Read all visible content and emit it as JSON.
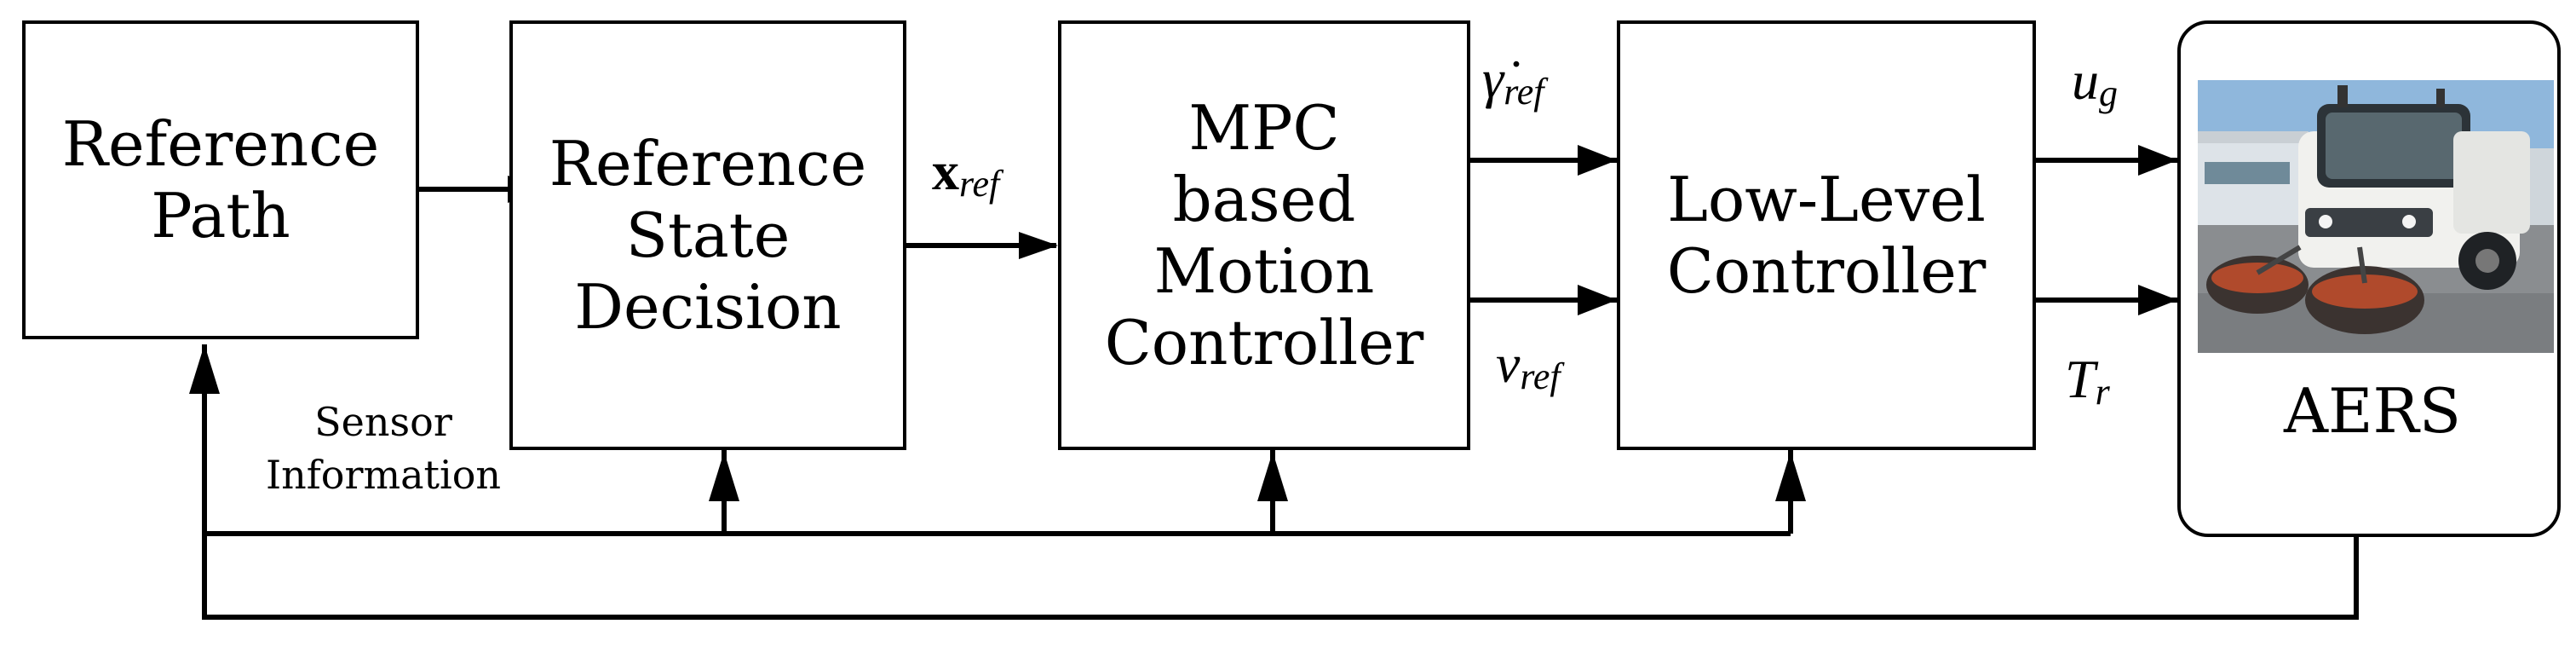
{
  "blocks": {
    "reference_path": [
      "Reference",
      "Path"
    ],
    "reference_state_decision": [
      "Reference",
      "State",
      "Decision"
    ],
    "mpc_controller": [
      "MPC",
      "based",
      "Motion",
      "Controller"
    ],
    "low_level_controller": [
      "Low-Level",
      "Controller"
    ],
    "aers": "AERS"
  },
  "signals": {
    "x_ref": {
      "base": "x",
      "sub": "ref"
    },
    "gamma_dot_ref": {
      "base": "γ̇",
      "sub": "ref"
    },
    "v_ref": {
      "base": "v",
      "sub": "ref"
    },
    "u_g": {
      "base": "u",
      "sub": "g"
    },
    "T_r": {
      "base": "T",
      "sub": "r"
    }
  },
  "sensor_information": [
    "Sensor",
    "Information"
  ],
  "colors": {
    "line": "#000000",
    "background": "#ffffff"
  }
}
